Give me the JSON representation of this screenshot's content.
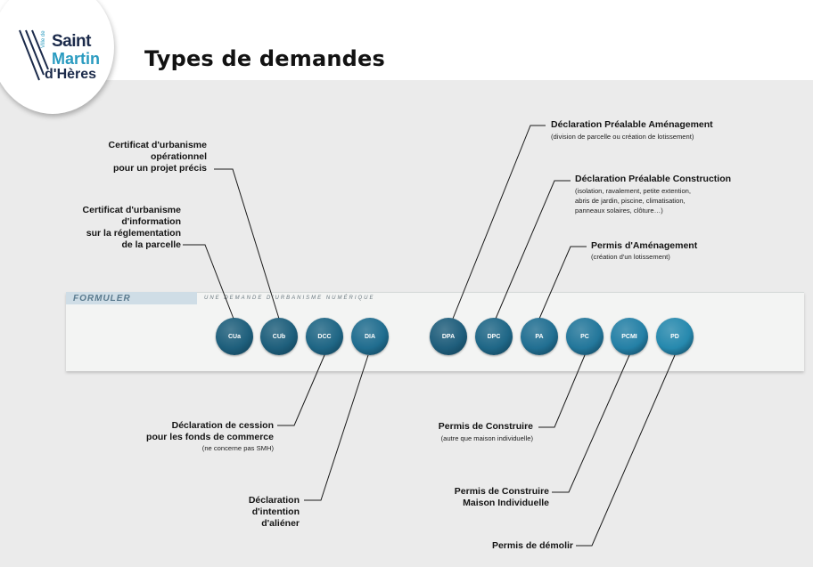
{
  "page": {
    "title": "Types de demandes"
  },
  "logo": {
    "saint": "Saint",
    "martin": "Martin",
    "heres": "d'Hères",
    "ville": "Ville de"
  },
  "band": {
    "label": "FORMULER",
    "subtitle": "UNE DEMANDE D'URBANISME NUMÉRIQUE"
  },
  "bubbles": [
    {
      "code": "CUa",
      "color": "#1e5f7c"
    },
    {
      "code": "CUb",
      "color": "#1e5f7c"
    },
    {
      "code": "DCC",
      "color": "#1f6685"
    },
    {
      "code": "DIA",
      "color": "#206d8f"
    },
    {
      "code": "DPA",
      "color": "#1f5e7c"
    },
    {
      "code": "DPC",
      "color": "#1f6787"
    },
    {
      "code": "PA",
      "color": "#216f92"
    },
    {
      "code": "PC",
      "color": "#23779b"
    },
    {
      "code": "PCMI",
      "color": "#2480a6"
    },
    {
      "code": "PD",
      "color": "#2689ae"
    }
  ],
  "labels": {
    "cub": [
      "Certificat d'urbanisme",
      "opérationnel",
      "pour un projet précis"
    ],
    "cua": [
      "Certificat d'urbanisme",
      "d'information",
      "sur la réglementation",
      "de la parcelle"
    ],
    "dpa": {
      "title": "Déclaration Préalable Aménagement",
      "note": "(division de parcelle ou création de lotissement)"
    },
    "dpc": {
      "title": "Déclaration Préalable Construction",
      "notes": [
        "(isolation, ravalement, petite extention,",
        "abris de jardin, piscine, climatisation,",
        "panneaux solaires, clôture…)"
      ]
    },
    "pa": {
      "title": "Permis d'Aménagement",
      "note": "(création d'un lotissement)"
    },
    "dcc": {
      "lines": [
        "Déclaration de cession",
        "pour les fonds de commerce"
      ],
      "note": "(ne concerne pas SMH)"
    },
    "pc": {
      "title": "Permis de Construire",
      "note": "(autre que maison individuelle)"
    },
    "dia": [
      "Déclaration",
      "d'intention",
      "d'aliéner"
    ],
    "pcmi": [
      "Permis de Construire",
      "Maison Individuelle"
    ],
    "pd": "Permis de démolir"
  },
  "colors": {
    "line": "#1a1a1a",
    "band": "#f3f4f3",
    "tab": "#cfdde6"
  },
  "icons": {
    "logo": "saint-martin-dheres-logo"
  }
}
